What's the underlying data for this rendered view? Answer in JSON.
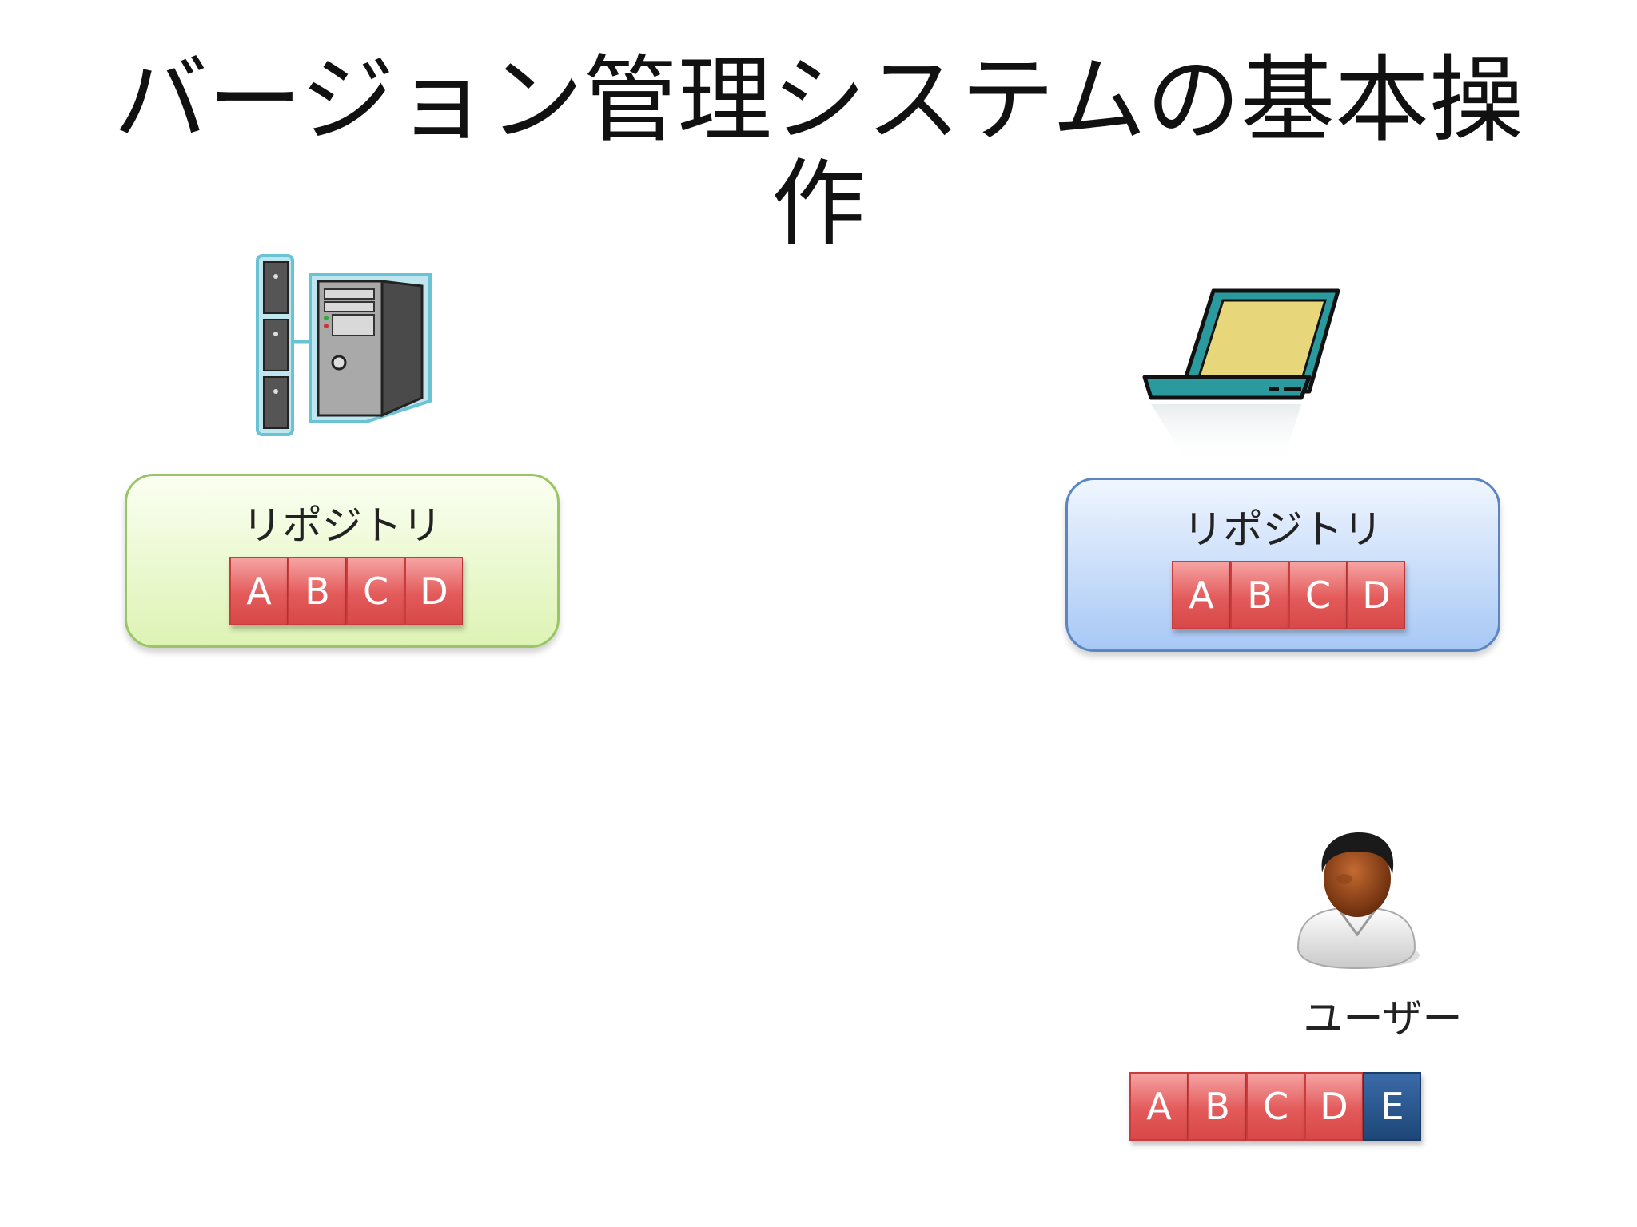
{
  "title": "バージョン管理システムの基本操作",
  "server": {
    "icon": "server-icon",
    "repository_label": "リポジトリ",
    "commits": [
      "A",
      "B",
      "C",
      "D"
    ]
  },
  "local": {
    "icon": "laptop-icon",
    "repository_label": "リポジトリ",
    "commits": [
      "A",
      "B",
      "C",
      "D"
    ]
  },
  "user": {
    "icon": "user-icon",
    "label": "ユーザー",
    "working_commits": [
      "A",
      "B",
      "C",
      "D"
    ],
    "new_commit": "E"
  },
  "colors": {
    "commit": "#e35a5a",
    "new_commit": "#1e4778",
    "server_repo": "#ddf3b4",
    "local_repo": "#a8c8f5"
  }
}
